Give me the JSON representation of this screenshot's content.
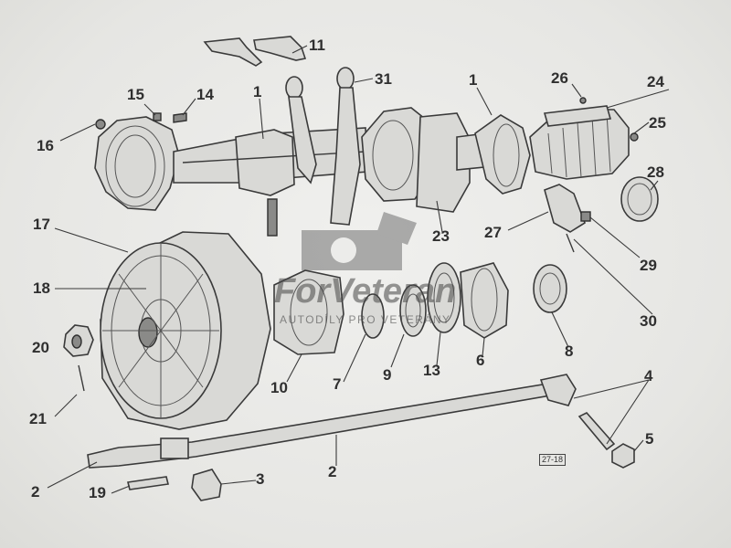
{
  "callouts": {
    "n1a": "1",
    "n1b": "1",
    "n2a": "2",
    "n2b": "2",
    "n3": "3",
    "n4": "4",
    "n5": "5",
    "n6": "6",
    "n7": "7",
    "n8": "8",
    "n9": "9",
    "n10": "10",
    "n11": "11",
    "n13": "13",
    "n14": "14",
    "n15": "15",
    "n16": "16",
    "n17": "17",
    "n18": "18",
    "n19": "19",
    "n20": "20",
    "n21": "21",
    "n23": "23",
    "n24": "24",
    "n25": "25",
    "n26": "26",
    "n27": "27",
    "n28": "28",
    "n29": "29",
    "n30": "30",
    "n31": "31"
  },
  "figure_code": "27-18",
  "watermark": {
    "name": "ForVeteran",
    "subtitle": "AUTODÍLY PRO VETERÁNY"
  },
  "colors": {
    "ink": "#3a3a3a",
    "paper": "#e9e9e7"
  }
}
